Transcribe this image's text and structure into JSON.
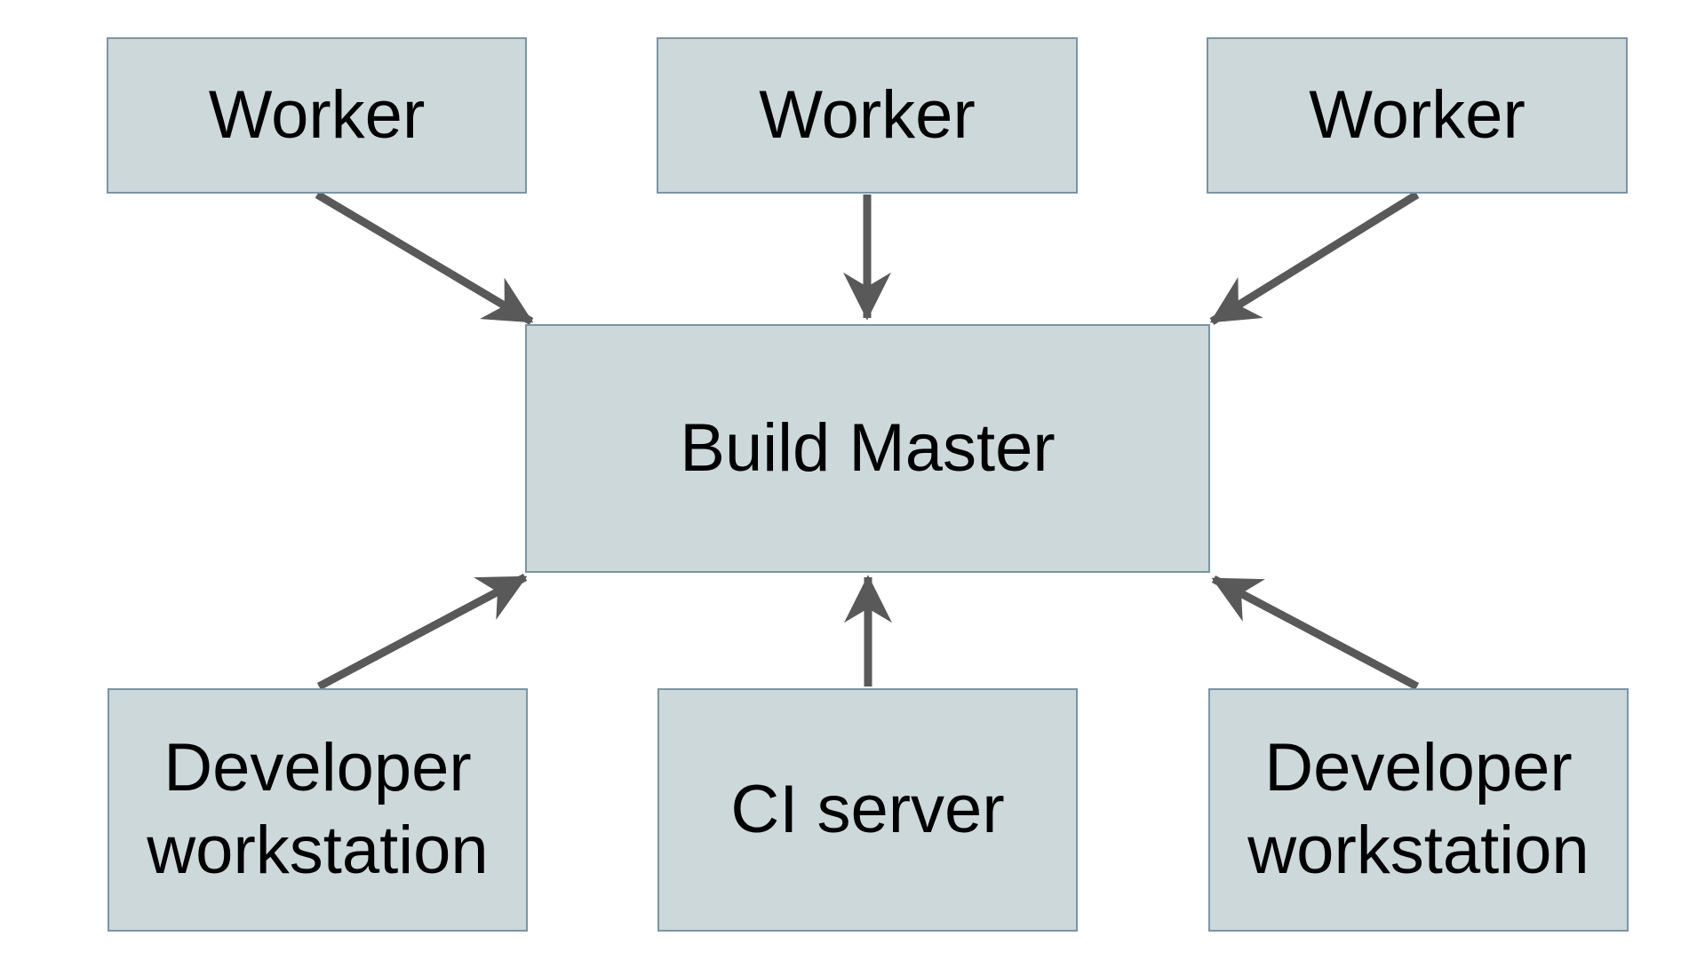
{
  "diagram": {
    "type": "architecture-diagram",
    "nodes": {
      "worker_1": {
        "label": "Worker"
      },
      "worker_2": {
        "label": "Worker"
      },
      "worker_3": {
        "label": "Worker"
      },
      "build_master": {
        "label": "Build Master"
      },
      "dev_workstation_left": {
        "label": "Developer workstation"
      },
      "ci_server": {
        "label": "CI server"
      },
      "dev_workstation_right": {
        "label": "Developer workstation"
      }
    },
    "edges": [
      {
        "from": "worker_1",
        "to": "build_master"
      },
      {
        "from": "worker_2",
        "to": "build_master"
      },
      {
        "from": "worker_3",
        "to": "build_master"
      },
      {
        "from": "dev_workstation_left",
        "to": "build_master"
      },
      {
        "from": "ci_server",
        "to": "build_master"
      },
      {
        "from": "dev_workstation_right",
        "to": "build_master"
      }
    ],
    "colors": {
      "background": "#ffffff",
      "node_fill": "#cdd8db",
      "node_border": "#7b95a3",
      "arrow": "#595959",
      "text": "#000000"
    }
  }
}
